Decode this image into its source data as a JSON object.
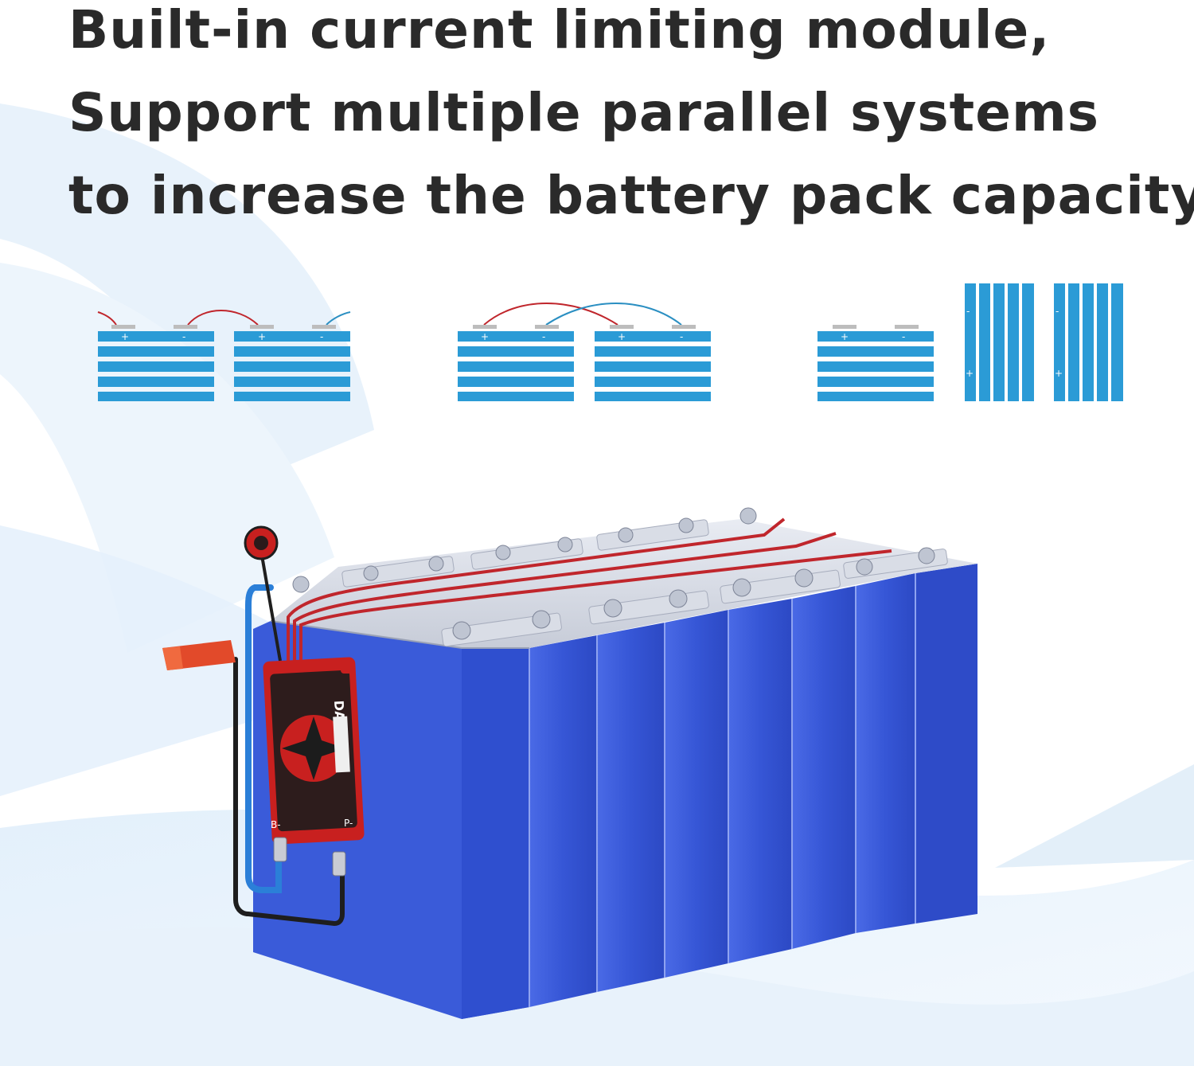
{
  "headline": {
    "line1": "Built-in current limiting module,",
    "line2": "Support multiple parallel systems",
    "line3": "to increase the battery pack capacity"
  },
  "terminal_labels": {
    "positive": "+",
    "negative": "-"
  },
  "bms": {
    "brand": "DALY",
    "port_b": "B-",
    "port_p": "P-"
  },
  "colors": {
    "headline_text": "#2a2a2a",
    "battery_stripe": "#2b9bd6",
    "wire_red": "#c0262c",
    "wire_blue": "#2b8fc2",
    "cell_blue": "#3a5bd9",
    "bms_red": "#c8201f"
  }
}
